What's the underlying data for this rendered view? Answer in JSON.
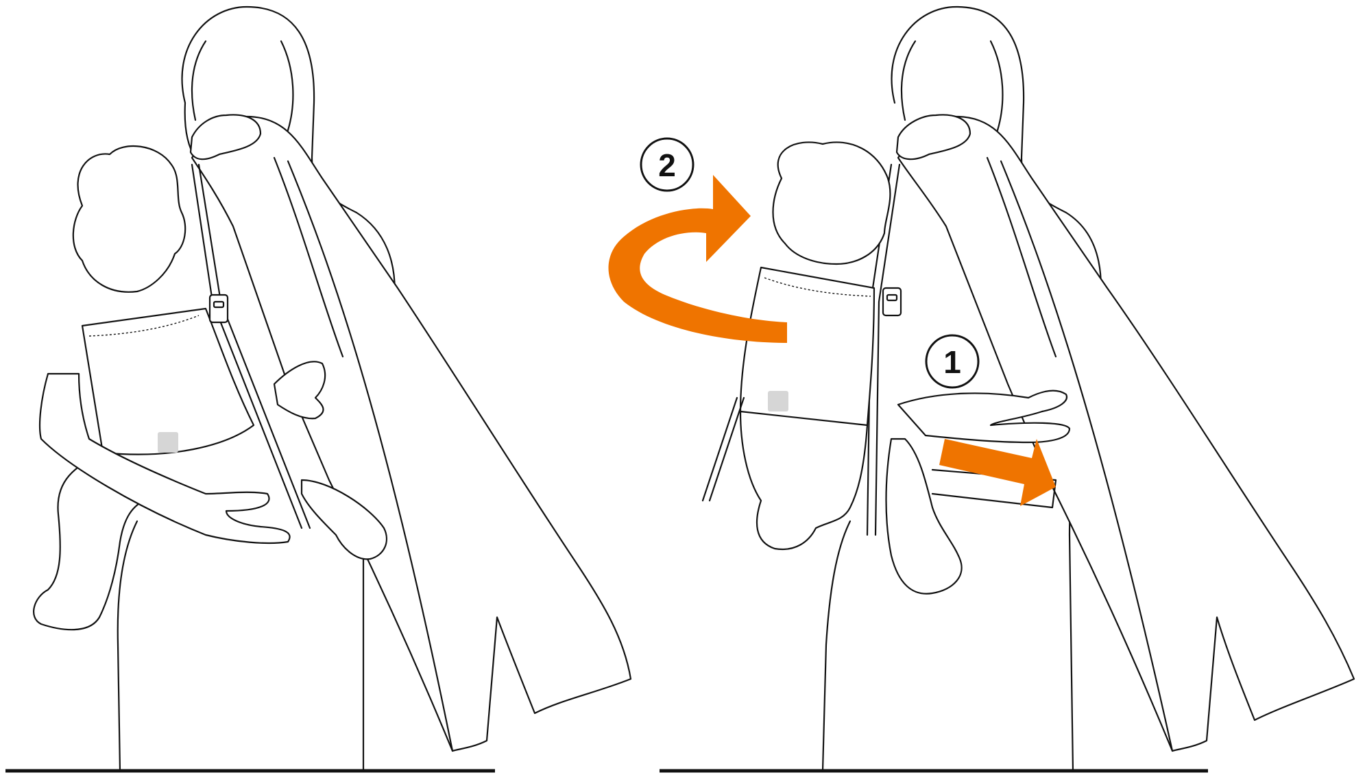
{
  "colors": {
    "accent_arrow": "#ef7400",
    "line": "#111111",
    "background": "#ffffff",
    "logo": "#d6d6d6"
  },
  "steps": {
    "step_1": {
      "label": "1",
      "icon": "circled-number"
    },
    "step_2": {
      "label": "2",
      "icon": "circled-number"
    }
  },
  "panels": [
    {
      "id": "left",
      "icon": "parent-carrying-baby-front-illustration"
    },
    {
      "id": "right",
      "icon": "parent-rotating-carrier-to-back-illustration"
    }
  ],
  "arrows": [
    {
      "id": "rotate-arrow",
      "icon": "curved-rotation-arrow",
      "color": "#ef7400"
    },
    {
      "id": "push-arrow",
      "icon": "straight-push-arrow",
      "color": "#ef7400"
    }
  ]
}
